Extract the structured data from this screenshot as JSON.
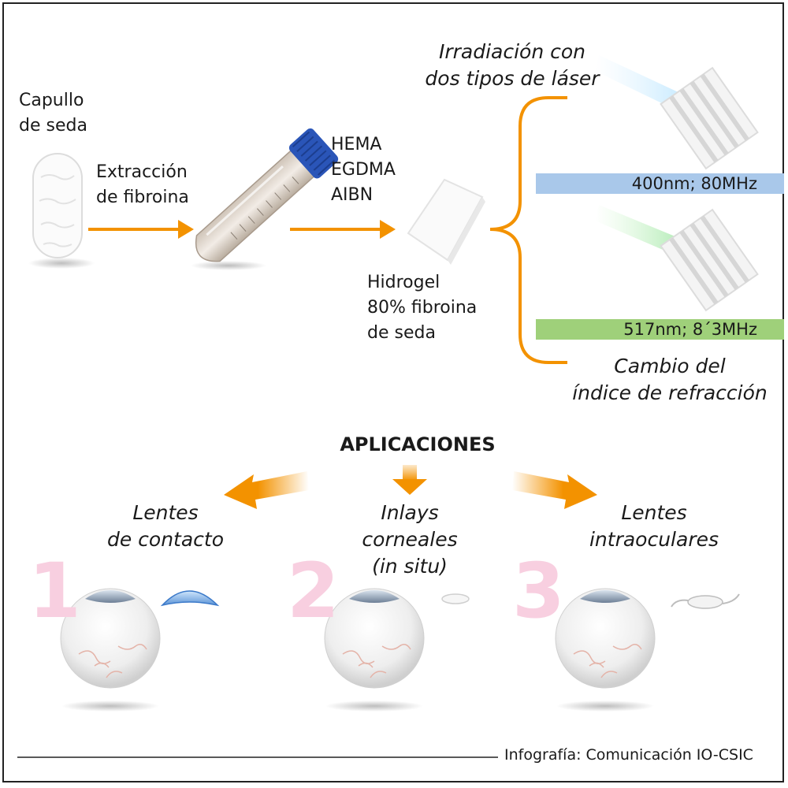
{
  "colors": {
    "arrow": "#f39200",
    "band_blue": "#a9c8ea",
    "band_green": "#9fd07a",
    "numeral_pink": "#f8cfe0",
    "frame": "#222222"
  },
  "process": {
    "cocoon_label": "Capullo\nde seda",
    "extraction_label": "Extracción\nde fibroina",
    "reagents": [
      "HEMA",
      "EGDMA",
      "AIBN"
    ],
    "hydrogel_label": "Hidrogel\n80% fibroina\nde seda"
  },
  "laser": {
    "title": "Irradiación con\ndos tipos de láser",
    "blue_band": "400nm; 80MHz",
    "green_band": "517nm; 8´3MHz",
    "result": "Cambio del\níndice de refracción"
  },
  "applications": {
    "heading": "APLICACIONES",
    "items": [
      {
        "number": "1",
        "label": "Lentes\nde contacto"
      },
      {
        "number": "2",
        "label": "Inlays\ncorneales\n(in situ)"
      },
      {
        "number": "3",
        "label": "Lentes\nintraoculares"
      }
    ]
  },
  "credit": "Infografía: Comunicación IO-CSIC",
  "icons": [
    "silk-cocoon-icon",
    "test-tube-icon",
    "hydrogel-sample-icon",
    "laser-beam-icon",
    "eye-icon",
    "contact-lens-icon",
    "corneal-inlay-icon",
    "intraocular-lens-icon"
  ]
}
